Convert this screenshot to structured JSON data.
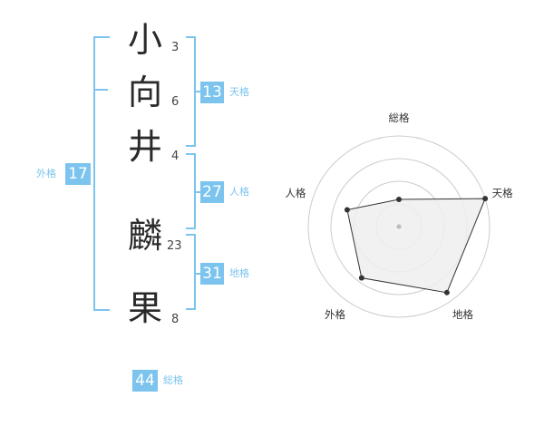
{
  "name": {
    "chars": [
      {
        "char": "小",
        "strokes": "3"
      },
      {
        "char": "向",
        "strokes": "6"
      },
      {
        "char": "井",
        "strokes": "4"
      },
      {
        "char": "麟",
        "strokes": "23"
      },
      {
        "char": "果",
        "strokes": "8"
      }
    ]
  },
  "kaku": {
    "ten": {
      "value": "13",
      "label": "天格"
    },
    "jin": {
      "value": "27",
      "label": "人格"
    },
    "chi": {
      "value": "31",
      "label": "地格"
    },
    "gai": {
      "value": "17",
      "label": "外格"
    },
    "sou": {
      "value": "44",
      "label": "総格"
    }
  },
  "colors": {
    "accent": "#7cc4ee",
    "grid": "#cccccc",
    "fill": "#eeeeee",
    "line": "#333333"
  },
  "chart_data": {
    "type": "radar",
    "axes": [
      "総格",
      "天格",
      "地格",
      "外格",
      "人格"
    ],
    "values": [
      0.3,
      1.0,
      0.9,
      0.7,
      0.6
    ],
    "range": [
      0,
      1
    ],
    "rings": 4
  }
}
